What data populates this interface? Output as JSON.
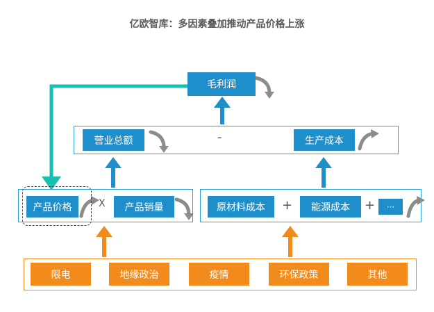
{
  "title": "亿欧智库：多因素叠加推动产品价格上涨",
  "boxes": {
    "gross_profit": "毛利润",
    "revenue": "营业总额",
    "production_cost": "生产成本",
    "product_price": "产品价格",
    "product_sales": "产品销量",
    "raw_material_cost": "原材料成本",
    "energy_cost": "能源成本",
    "more": "···"
  },
  "operators": {
    "minus": "-",
    "times": "X",
    "plus1": "+",
    "plus2": "+"
  },
  "factors": [
    "限电",
    "地缘政治",
    "疫情",
    "环保政策",
    "其他"
  ],
  "colors": {
    "blue": "#1f8fcb",
    "orange": "#f28a1c",
    "teal": "#1abfb2",
    "gray_arrow": "#8c8c8c"
  }
}
